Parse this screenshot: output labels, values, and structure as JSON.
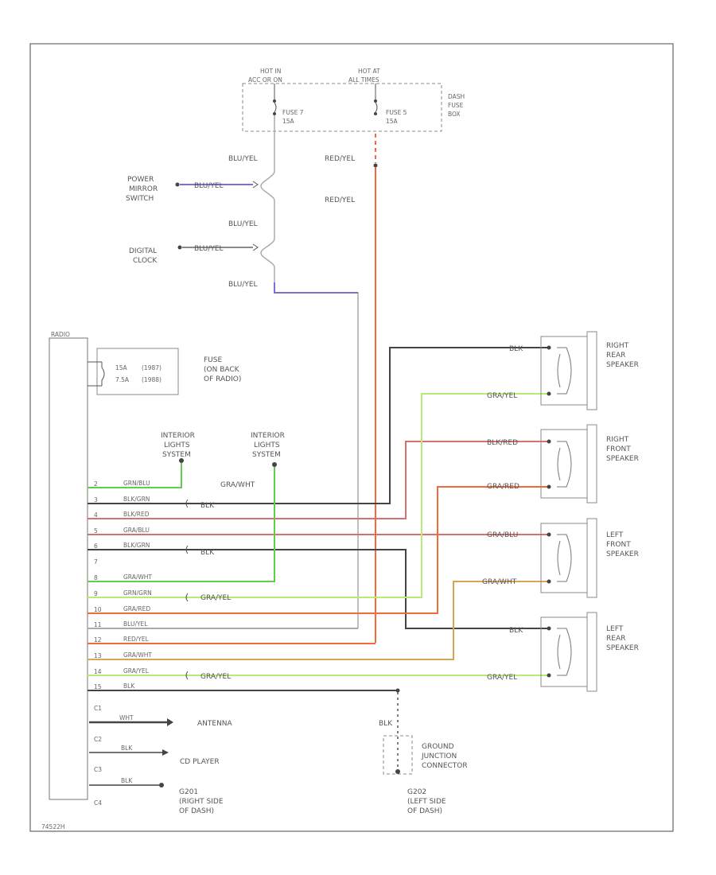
{
  "labels": {
    "hot_in_1": "HOT IN",
    "hot_in_2": "ACC OR ON",
    "hot_at_1": "HOT AT",
    "hot_at_2": "ALL TIMES",
    "fuse7_1": "FUSE 7",
    "fuse7_2": "15A",
    "fuse5_1": "FUSE 5",
    "fuse5_2": "15A",
    "dash_fuse_1": "DASH",
    "dash_fuse_2": "FUSE",
    "dash_fuse_3": "BOX",
    "power_mirror_1": "POWER",
    "power_mirror_2": "MIRROR",
    "power_mirror_3": "SWITCH",
    "digital_clock_1": "DIGITAL",
    "digital_clock_2": "CLOCK",
    "radio": "RADIO",
    "fuse_back_1": "FUSE",
    "fuse_back_2": "(ON BACK",
    "fuse_back_3": "OF RADIO)",
    "fuse_back_a1": "15A",
    "fuse_back_a2": "(1987)",
    "fuse_back_b1": "7.5A",
    "fuse_back_b2": "(1988)",
    "int_lights1_1": "INTERIOR",
    "int_lights1_2": "LIGHTS",
    "int_lights1_3": "SYSTEM",
    "int_lights2_1": "INTERIOR",
    "int_lights2_2": "LIGHTS",
    "int_lights2_3": "SYSTEM",
    "rr_1": "RIGHT",
    "rr_2": "REAR",
    "rr_3": "SPEAKER",
    "rf_1": "RIGHT",
    "rf_2": "FRONT",
    "rf_3": "SPEAKER",
    "lf_1": "LEFT",
    "lf_2": "FRONT",
    "lf_3": "SPEAKER",
    "lr_1": "LEFT",
    "lr_2": "REAR",
    "lr_3": "SPEAKER",
    "antenna": "ANTENNA",
    "cd_player": "CD PLAYER",
    "g201_1": "G201",
    "g201_2": "(RIGHT SIDE",
    "g201_3": "OF DASH)",
    "g202_1": "G202",
    "g202_2": "(LEFT SIDE",
    "g202_3": "OF DASH)",
    "gjc_1": "GROUND",
    "gjc_2": "JUNCTION",
    "gjc_3": "CONNECTOR",
    "ref": "74522H"
  },
  "wires": {
    "blu_yel_a": "BLU/YEL",
    "blu_yel_b": "BLU/YEL",
    "blu_yel_c": "BLU/YEL",
    "blu_yel_mirror": "BLU/YEL",
    "blu_yel_clock": "BLU/YEL",
    "red_yel_a": "RED/YEL",
    "red_yel_b": "RED/YEL",
    "gra_wht": "GRA/WHT",
    "blk_rr": "BLK",
    "gra_yel_rr": "GRA/YEL",
    "blk_red_rf": "BLK/RED",
    "gra_red_rf": "GRA/RED",
    "gra_blu_lf": "GRA/BLU",
    "gra_wht_lf": "GRA/WHT",
    "blk_lr": "BLK",
    "gra_yel_lr": "GRA/YEL",
    "blk_gnd": "BLK",
    "blk_s1": "BLK",
    "blk_s2": "BLK",
    "gra_yel_s1": "GRA/YEL",
    "gra_yel_s2": "GRA/YEL"
  },
  "pins": [
    {
      "num": "2",
      "color": "GRN/BLU"
    },
    {
      "num": "3",
      "color": "BLK/GRN"
    },
    {
      "num": "4",
      "color": "BLK/RED"
    },
    {
      "num": "5",
      "color": "GRA/BLU"
    },
    {
      "num": "6",
      "color": "BLK/GRN"
    },
    {
      "num": "7",
      "color": ""
    },
    {
      "num": "8",
      "color": "GRA/WHT"
    },
    {
      "num": "9",
      "color": "GRN/GRN"
    },
    {
      "num": "10",
      "color": "GRA/RED"
    },
    {
      "num": "11",
      "color": "BLU/YEL"
    },
    {
      "num": "12",
      "color": "RED/YEL"
    },
    {
      "num": "13",
      "color": "GRA/WHT"
    },
    {
      "num": "14",
      "color": "GRA/YEL"
    },
    {
      "num": "15",
      "color": "BLK"
    }
  ],
  "bottom_pins": [
    {
      "num": "C1",
      "color": "WHT"
    },
    {
      "num": "C2",
      "color": "BLK"
    },
    {
      "num": "C3",
      "color": "BLK"
    },
    {
      "num": "C4",
      "color": ""
    }
  ],
  "colors": {
    "blue": "#7a70d8",
    "red_orange": "#f2693a",
    "green": "#5fcf4a",
    "black": "#444444",
    "yellow_green": "#b8ea78",
    "pink_red": "#d97070",
    "tan": "#d9a35a",
    "gray": "#aaaaaa"
  }
}
